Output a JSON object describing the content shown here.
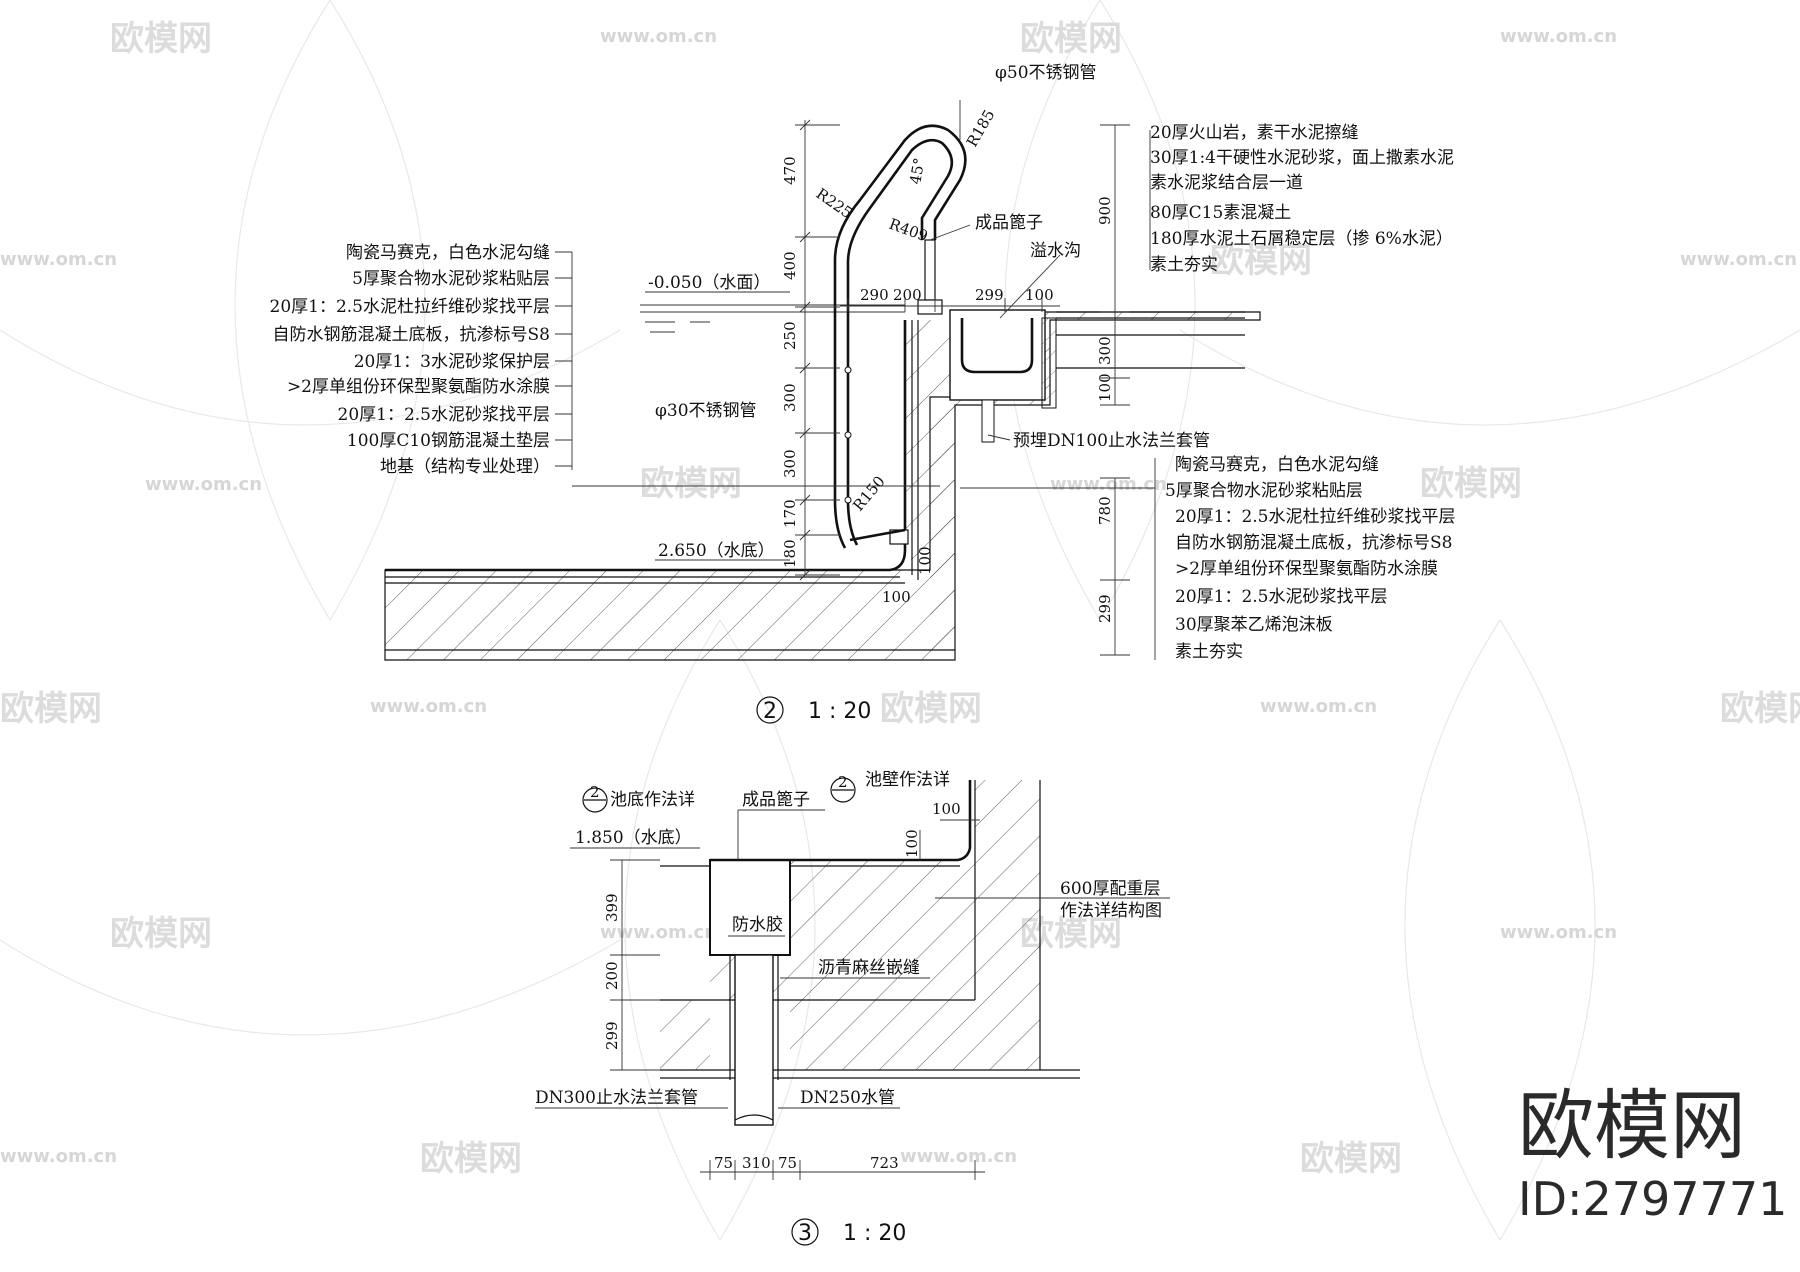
{
  "watermark": {
    "brand": "欧模网",
    "url": "www.om.cn"
  },
  "brand_badge": {
    "name": "欧模网",
    "id": "ID:2797771"
  },
  "detail2": {
    "title_number": "2",
    "title_scale": "1 : 20",
    "pipe_top_label": "φ50不锈钢管",
    "pipe_side_label": "φ30不锈钢管",
    "grate_label": "成品篦子",
    "gutter_label": "溢水沟",
    "sleeve_label": "预埋DN100止水法兰套管",
    "water_surface": "-0.050（水面）",
    "pool_bottom": "2.650（水底）",
    "radius_labels": [
      "R185",
      "R225",
      "R409",
      "R150"
    ],
    "angle_label": "45°",
    "left_layers": [
      "陶瓷马赛克，白色水泥勾缝",
      "5厚聚合物水泥砂浆粘贴层",
      "20厚1：2.5水泥杜拉纤维砂浆找平层",
      "自防水钢筋混凝土底板，抗渗标号S8",
      "20厚1：3水泥砂浆保护层",
      ">2厚单组份环保型聚氨酯防水涂膜",
      "20厚1：2.5水泥砂浆找平层",
      "100厚C10钢筋混凝土垫层",
      "地基（结构专业处理）"
    ],
    "right_top_layers": [
      "20厚火山岩，素干水泥擦缝",
      "30厚1:4干硬性水泥砂浆，面上撒素水泥",
      "素水泥浆结合层一道",
      "80厚C15素混凝土",
      "180厚水泥土石屑稳定层（掺 6%水泥）",
      "素土夯实"
    ],
    "right_bottom_layers": [
      "陶瓷马赛克，白色水泥勾缝",
      "5厚聚合物水泥砂浆粘贴层",
      "20厚1：2.5水泥杜拉纤维砂浆找平层",
      "自防水钢筋混凝土底板，抗渗标号S8",
      ">2厚单组份环保型聚氨酯防水涂膜",
      "20厚1：2.5水泥砂浆找平层",
      "30厚聚苯乙烯泡沫板",
      "素土夯实"
    ],
    "left_dims": [
      "470",
      "400",
      "250",
      "300",
      "300",
      "170",
      "180"
    ],
    "top_dims": [
      "290",
      "200",
      "299",
      "100"
    ],
    "right_dims": [
      "900",
      "300",
      "100",
      "780",
      "299"
    ],
    "inner_dims": [
      "100",
      "100"
    ]
  },
  "detail3": {
    "title_number": "3",
    "title_scale": "1 : 20",
    "ref_bottom_num": "2",
    "ref_bottom_label": "池底作法详",
    "ref_wall_num": "2",
    "ref_wall_label": "池壁作法详",
    "grate_label": "成品篦子",
    "bottom_level": "1.850（水底）",
    "waterproof_glue": "防水胶",
    "joint_label": "沥青麻丝嵌缝",
    "ballast_label_1": "600厚配重层",
    "ballast_label_2": "作法详结构图",
    "sleeve_label": "DN300止水法兰套管",
    "pipe_label": "DN250水管",
    "left_dims": [
      "399",
      "200",
      "299"
    ],
    "top_dims": [
      "100",
      "100"
    ],
    "bottom_dims": [
      "75",
      "310",
      "75",
      "723"
    ]
  }
}
